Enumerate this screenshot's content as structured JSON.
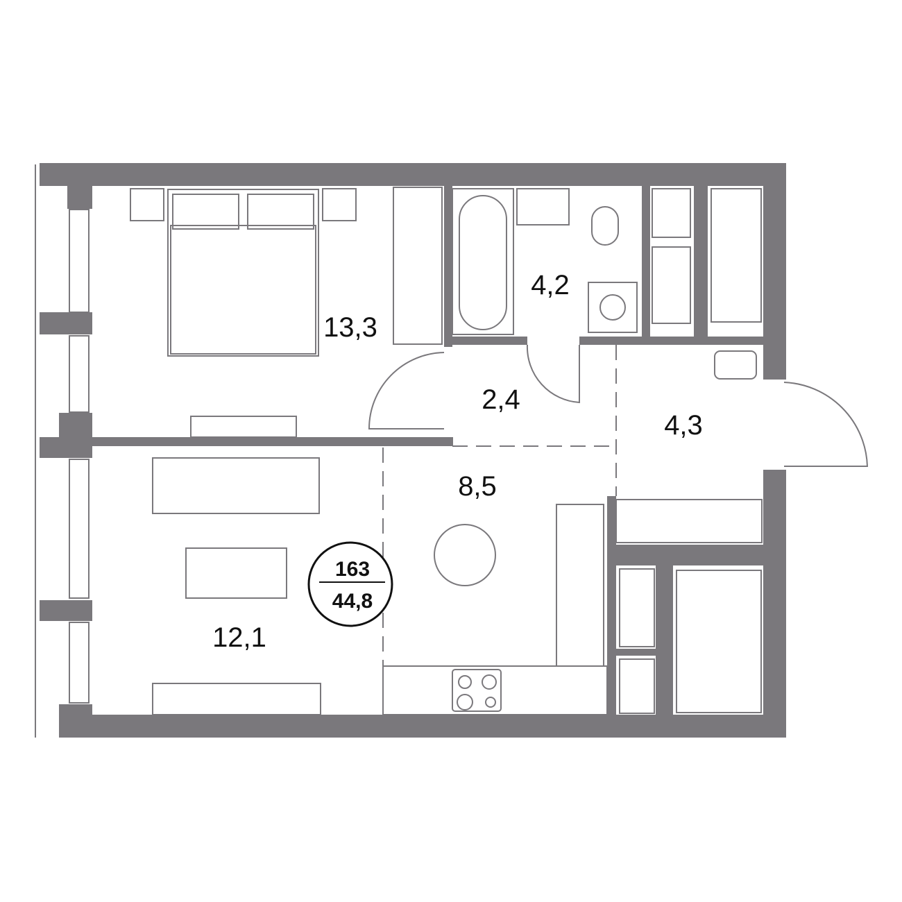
{
  "rooms": [
    {
      "name": "bedroom",
      "area": "13,3"
    },
    {
      "name": "bathroom",
      "area": "4,2"
    },
    {
      "name": "corridor",
      "area": "2,4"
    },
    {
      "name": "hall",
      "area": "4,3"
    },
    {
      "name": "kitchen-dining",
      "area": "8,5"
    },
    {
      "name": "living-room",
      "area": "12,1"
    }
  ],
  "badge": {
    "number": "163",
    "total_area": "44,8"
  },
  "colors": {
    "wall": "#7a787c",
    "text": "#111111"
  }
}
